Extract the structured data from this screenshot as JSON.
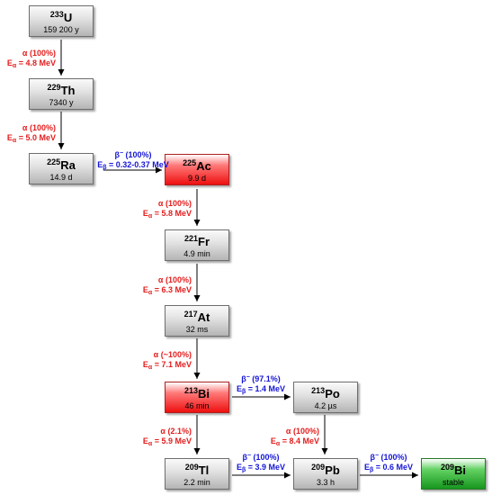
{
  "nodes": {
    "u233": {
      "mass": "233",
      "symbol": "U",
      "half_life": "159 200 y",
      "color": "#b4b4b4"
    },
    "th229": {
      "mass": "229",
      "symbol": "Th",
      "half_life": "7340 y",
      "color": "#b4b4b4"
    },
    "ra225": {
      "mass": "225",
      "symbol": "Ra",
      "half_life": "14.9 d",
      "color": "#b4b4b4"
    },
    "ac225": {
      "mass": "225",
      "symbol": "Ac",
      "half_life": "9.9 d",
      "color": "#ee1010"
    },
    "fr221": {
      "mass": "221",
      "symbol": "Fr",
      "half_life": "4.9 min",
      "color": "#b4b4b4"
    },
    "at217": {
      "mass": "217",
      "symbol": "At",
      "half_life": "32 ms",
      "color": "#b4b4b4"
    },
    "bi213": {
      "mass": "213",
      "symbol": "Bi",
      "half_life": "46 min",
      "color": "#ee1010"
    },
    "po213": {
      "mass": "213",
      "symbol": "Po",
      "half_life": "4.2 µs",
      "color": "#b4b4b4"
    },
    "tl209": {
      "mass": "209",
      "symbol": "Tl",
      "half_life": "2.2 min",
      "color": "#b4b4b4"
    },
    "pb209": {
      "mass": "209",
      "symbol": "Pb",
      "half_life": "3.3 h",
      "color": "#b4b4b4"
    },
    "bi209": {
      "mass": "209",
      "symbol": "Bi",
      "half_life": "stable",
      "color": "#16961e"
    }
  },
  "decays": {
    "u233_th229": {
      "mode": "α",
      "branch": "(100%)",
      "e_sym": "E",
      "e_sub": "α",
      "energy": " = 4.8 MeV"
    },
    "th229_ra225": {
      "mode": "α",
      "branch": "(100%)",
      "e_sym": "E",
      "e_sub": "α",
      "energy": " = 5.0 MeV"
    },
    "ra225_ac225": {
      "mode": "β",
      "mode_sup": "−",
      "branch": " (100%)",
      "e_sym": "E",
      "e_sub": "β",
      "energy": " = 0.32-0.37 MeV"
    },
    "ac225_fr221": {
      "mode": "α",
      "branch": "(100%)",
      "e_sym": "E",
      "e_sub": "α",
      "energy": " = 5.8 MeV"
    },
    "fr221_at217": {
      "mode": "α",
      "branch": "(100%)",
      "e_sym": "E",
      "e_sub": "α",
      "energy": " = 6.3 MeV"
    },
    "at217_bi213": {
      "mode": "α",
      "branch": "(~100%)",
      "e_sym": "E",
      "e_sub": "α",
      "energy": " = 7.1 MeV"
    },
    "bi213_po213": {
      "mode": "β",
      "mode_sup": "−",
      "branch": " (97.1%)",
      "e_sym": "E",
      "e_sub": "β",
      "energy": " = 1.4 MeV"
    },
    "bi213_tl209": {
      "mode": "α",
      "branch": "(2.1%)",
      "e_sym": "E",
      "e_sub": "α",
      "energy": " = 5.9 MeV"
    },
    "po213_pb209": {
      "mode": "α",
      "branch": "(100%)",
      "e_sym": "E",
      "e_sub": "α",
      "energy": " = 8.4 MeV"
    },
    "tl209_pb209": {
      "mode": "β",
      "mode_sup": "−",
      "branch": " (100%)",
      "e_sym": "E",
      "e_sub": "β",
      "energy": " = 3.9 MeV"
    },
    "pb209_bi209": {
      "mode": "β",
      "mode_sup": "−",
      "branch": " (100%)",
      "e_sym": "E",
      "e_sub": "β",
      "energy": " = 0.6 MeV"
    }
  },
  "colors": {
    "alpha_label": "#e41d1d",
    "beta_label": "#1515d6",
    "arrow": "#000000"
  }
}
